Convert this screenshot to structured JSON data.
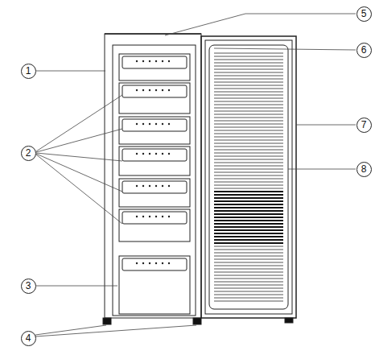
{
  "diagram": {
    "nodes": [
      {
        "text": [
          "5"
        ]
      },
      {
        "text": [
          "6"
        ]
      },
      {
        "text": [
          "1"
        ]
      },
      {
        "text": [
          "7"
        ]
      },
      {
        "text": [
          "2"
        ]
      },
      {
        "text": [
          "8"
        ]
      },
      {
        "text": [
          "3"
        ]
      },
      {
        "text": [
          "4"
        ]
      }
    ]
  }
}
